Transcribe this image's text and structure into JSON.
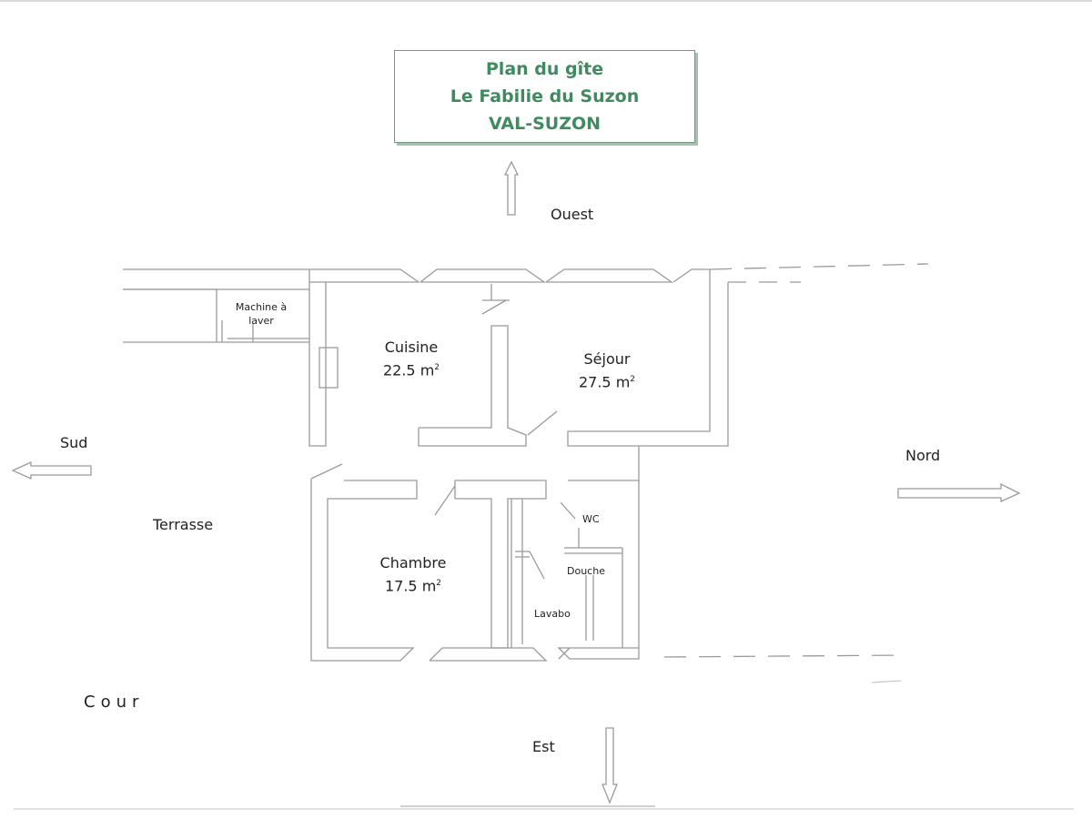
{
  "title": {
    "line1": "Plan du gîte",
    "line2": "Le Fabilie du Suzon",
    "line3": "VAL-SUZON",
    "color": "#3f8a5f"
  },
  "directions": {
    "west": "Ouest",
    "east": "Est",
    "south": "Sud",
    "north": "Nord"
  },
  "outside": {
    "terrace": "Terrasse",
    "yard": "Cour"
  },
  "rooms": {
    "kitchen": {
      "name": "Cuisine",
      "area": "22.5 m",
      "unit_exp": "2"
    },
    "living": {
      "name": "Séjour",
      "area": "27.5 m",
      "unit_exp": "2"
    },
    "bedroom": {
      "name": "Chambre",
      "area": "17.5 m",
      "unit_exp": "2"
    }
  },
  "fixtures": {
    "washing_machine_line1": "Machine à",
    "washing_machine_line2": "laver",
    "wc": "WC",
    "shower": "Douche",
    "washbasin": "Lavabo"
  },
  "line_color": "#9a9a9a"
}
